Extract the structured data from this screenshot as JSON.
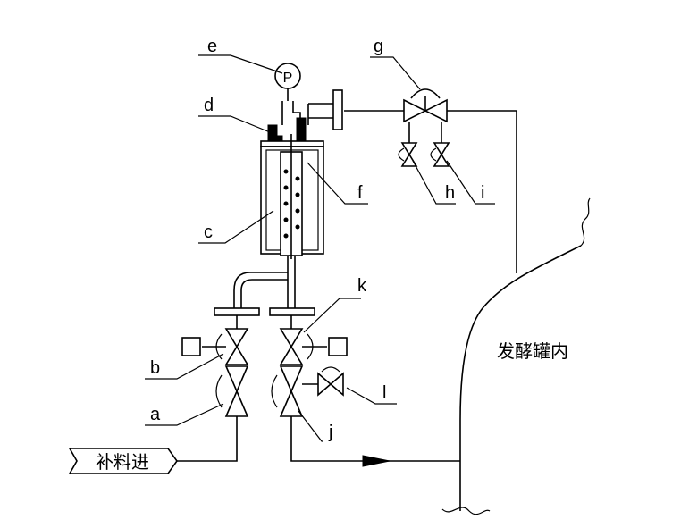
{
  "labels": {
    "a": "a",
    "b": "b",
    "c": "c",
    "d": "d",
    "e": "e",
    "f": "f",
    "g": "g",
    "h": "h",
    "i": "i",
    "j": "j",
    "k": "k",
    "l": "l"
  },
  "gauge_symbol": "P",
  "tank_label": "发酵罐内",
  "inlet_label": "补料进"
}
